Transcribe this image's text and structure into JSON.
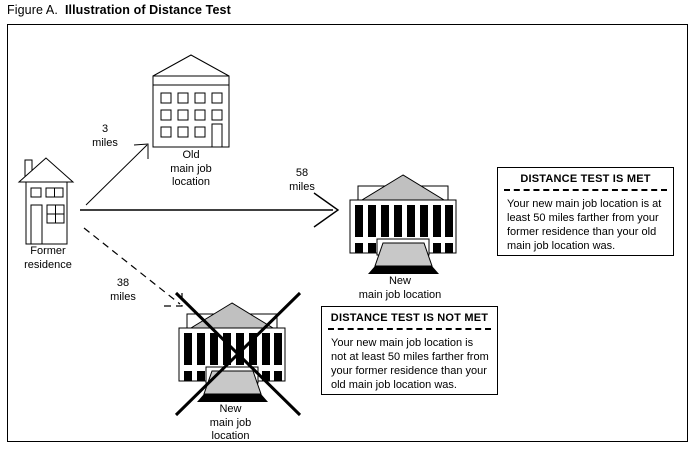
{
  "title": {
    "figure_label": "Figure A.",
    "figure_name": "Illustration of Distance Test"
  },
  "diagram": {
    "nodes": {
      "former_residence": {
        "icon": "house-icon",
        "label_lines": [
          "Former",
          "residence"
        ]
      },
      "old_job": {
        "icon": "office-building-icon",
        "label_lines": [
          "Old",
          "main job",
          "location"
        ]
      },
      "new_job_met": {
        "icon": "courthouse-icon",
        "label_lines": [
          "New",
          "main job location"
        ]
      },
      "new_job_not_met": {
        "icon": "courthouse-icon",
        "crossed_out": true,
        "label_lines": [
          "New",
          "main job",
          "location"
        ]
      }
    },
    "arrows": {
      "to_old_job": {
        "style": "solid",
        "distance_lines": [
          "3",
          "miles"
        ]
      },
      "to_new_job_met": {
        "style": "solid",
        "distance_lines": [
          "58",
          "miles"
        ]
      },
      "to_new_job_not_met": {
        "style": "dashed",
        "distance_lines": [
          "38",
          "miles"
        ]
      }
    },
    "callouts": {
      "met": {
        "heading": "DISTANCE TEST IS MET",
        "body_lines": [
          "Your new main job location is at",
          "least 50 miles farther from your",
          "former residence than your old",
          "main job location was."
        ]
      },
      "not_met": {
        "heading": "DISTANCE TEST IS NOT MET",
        "body_lines": [
          "Your new main job location is",
          "not at least 50 miles farther from",
          "your former residence than your",
          "old main job location was."
        ]
      }
    }
  },
  "colors": {
    "stroke": "#000000",
    "roof_fill": "#c0c0c0",
    "step_fill": "#c8c8c8",
    "background": "#ffffff"
  }
}
